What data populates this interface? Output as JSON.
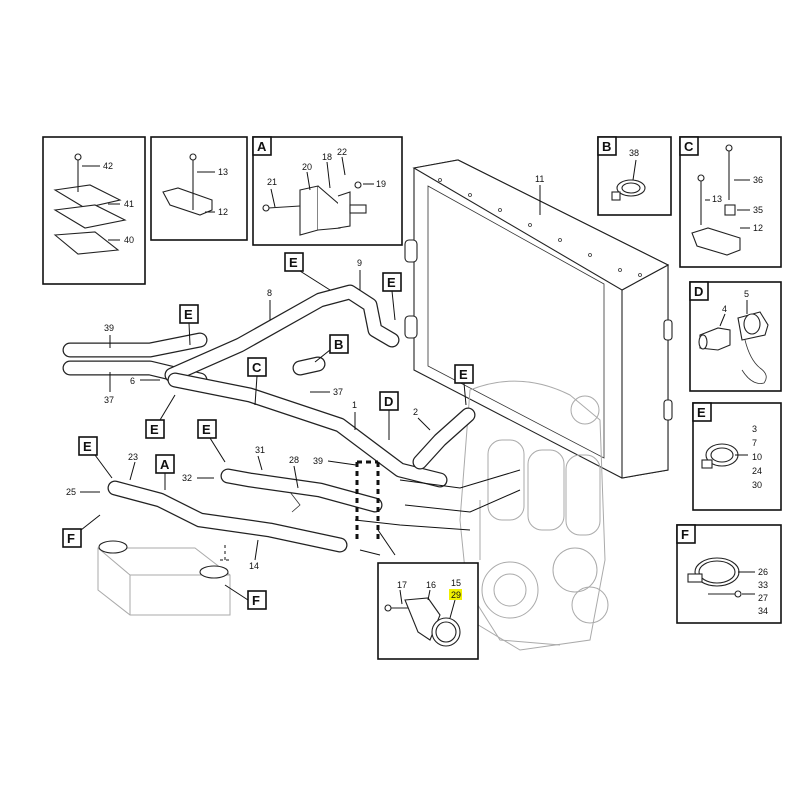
{
  "detail_boxes": {
    "A": {
      "letter": "A",
      "parts": [
        "21",
        "20",
        "18",
        "22",
        "19"
      ]
    },
    "B": {
      "letter": "B",
      "parts": [
        "38"
      ]
    },
    "C": {
      "letter": "C",
      "parts": [
        "13",
        "36",
        "35",
        "12"
      ]
    },
    "D": {
      "letter": "D",
      "parts": [
        "4",
        "5"
      ]
    },
    "E": {
      "letter": "E",
      "parts": [
        "3",
        "7",
        "10",
        "24",
        "30"
      ]
    },
    "F": {
      "letter": "F",
      "parts": [
        "26",
        "33",
        "27",
        "34"
      ]
    }
  },
  "clamp_box": {
    "parts": [
      "42",
      "41",
      "40"
    ]
  },
  "clip_box": {
    "parts": [
      "13",
      "12"
    ]
  },
  "bottom_box": {
    "parts": [
      "17",
      "16",
      "15",
      "29"
    ],
    "highlighted_part": "29"
  },
  "main_callouts": [
    "11",
    "9",
    "8",
    "39",
    "6",
    "37",
    "1",
    "2",
    "23",
    "25",
    "31",
    "32",
    "28",
    "39",
    "14",
    "37"
  ],
  "letter_tags": [
    "E",
    "E",
    "E",
    "B",
    "C",
    "E",
    "E",
    "D",
    "E",
    "E",
    "A",
    "F",
    "F"
  ],
  "colors": {
    "highlight": "#f0f000",
    "ink": "#111111",
    "background": "#ffffff"
  }
}
